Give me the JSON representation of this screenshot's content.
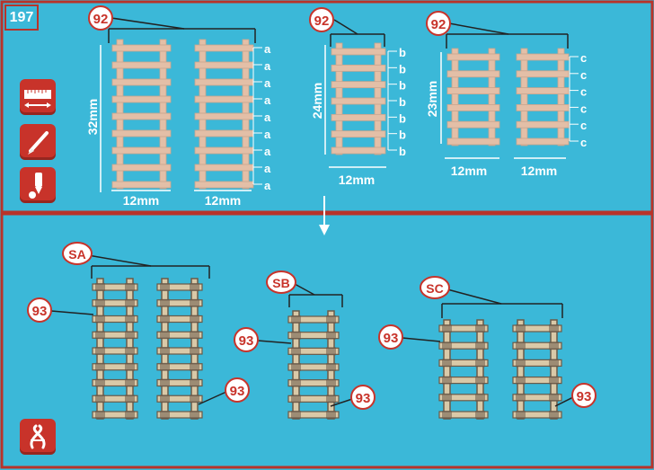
{
  "step_number": "197",
  "part_refs": {
    "upper": "92",
    "lower": "93"
  },
  "upper_panel": {
    "ladder_groups": [
      {
        "part": "92",
        "length": "32mm",
        "widths": [
          "12mm",
          "12mm"
        ],
        "rung_label": "a",
        "rung_count": 9
      },
      {
        "part": "92",
        "length": "24mm",
        "widths": [
          "12mm"
        ],
        "rung_label": "b",
        "rung_count": 7
      },
      {
        "part": "92",
        "length": "23mm",
        "widths": [
          "12mm",
          "12mm"
        ],
        "rung_label": "c",
        "rung_count": 6
      }
    ]
  },
  "lower_panel": {
    "assemblies": [
      {
        "label": "SA",
        "part": "93"
      },
      {
        "label": "SB",
        "part": "93"
      },
      {
        "label": "SC",
        "part": "93"
      }
    ]
  },
  "tool_icons": [
    "ruler-icon",
    "knife-icon",
    "glue-icon",
    "rope-icon"
  ],
  "colors": {
    "background": "#3bb8d8",
    "accent": "#c8332a",
    "wood": "#e3bfa7",
    "burnt": "#6b5a48"
  }
}
